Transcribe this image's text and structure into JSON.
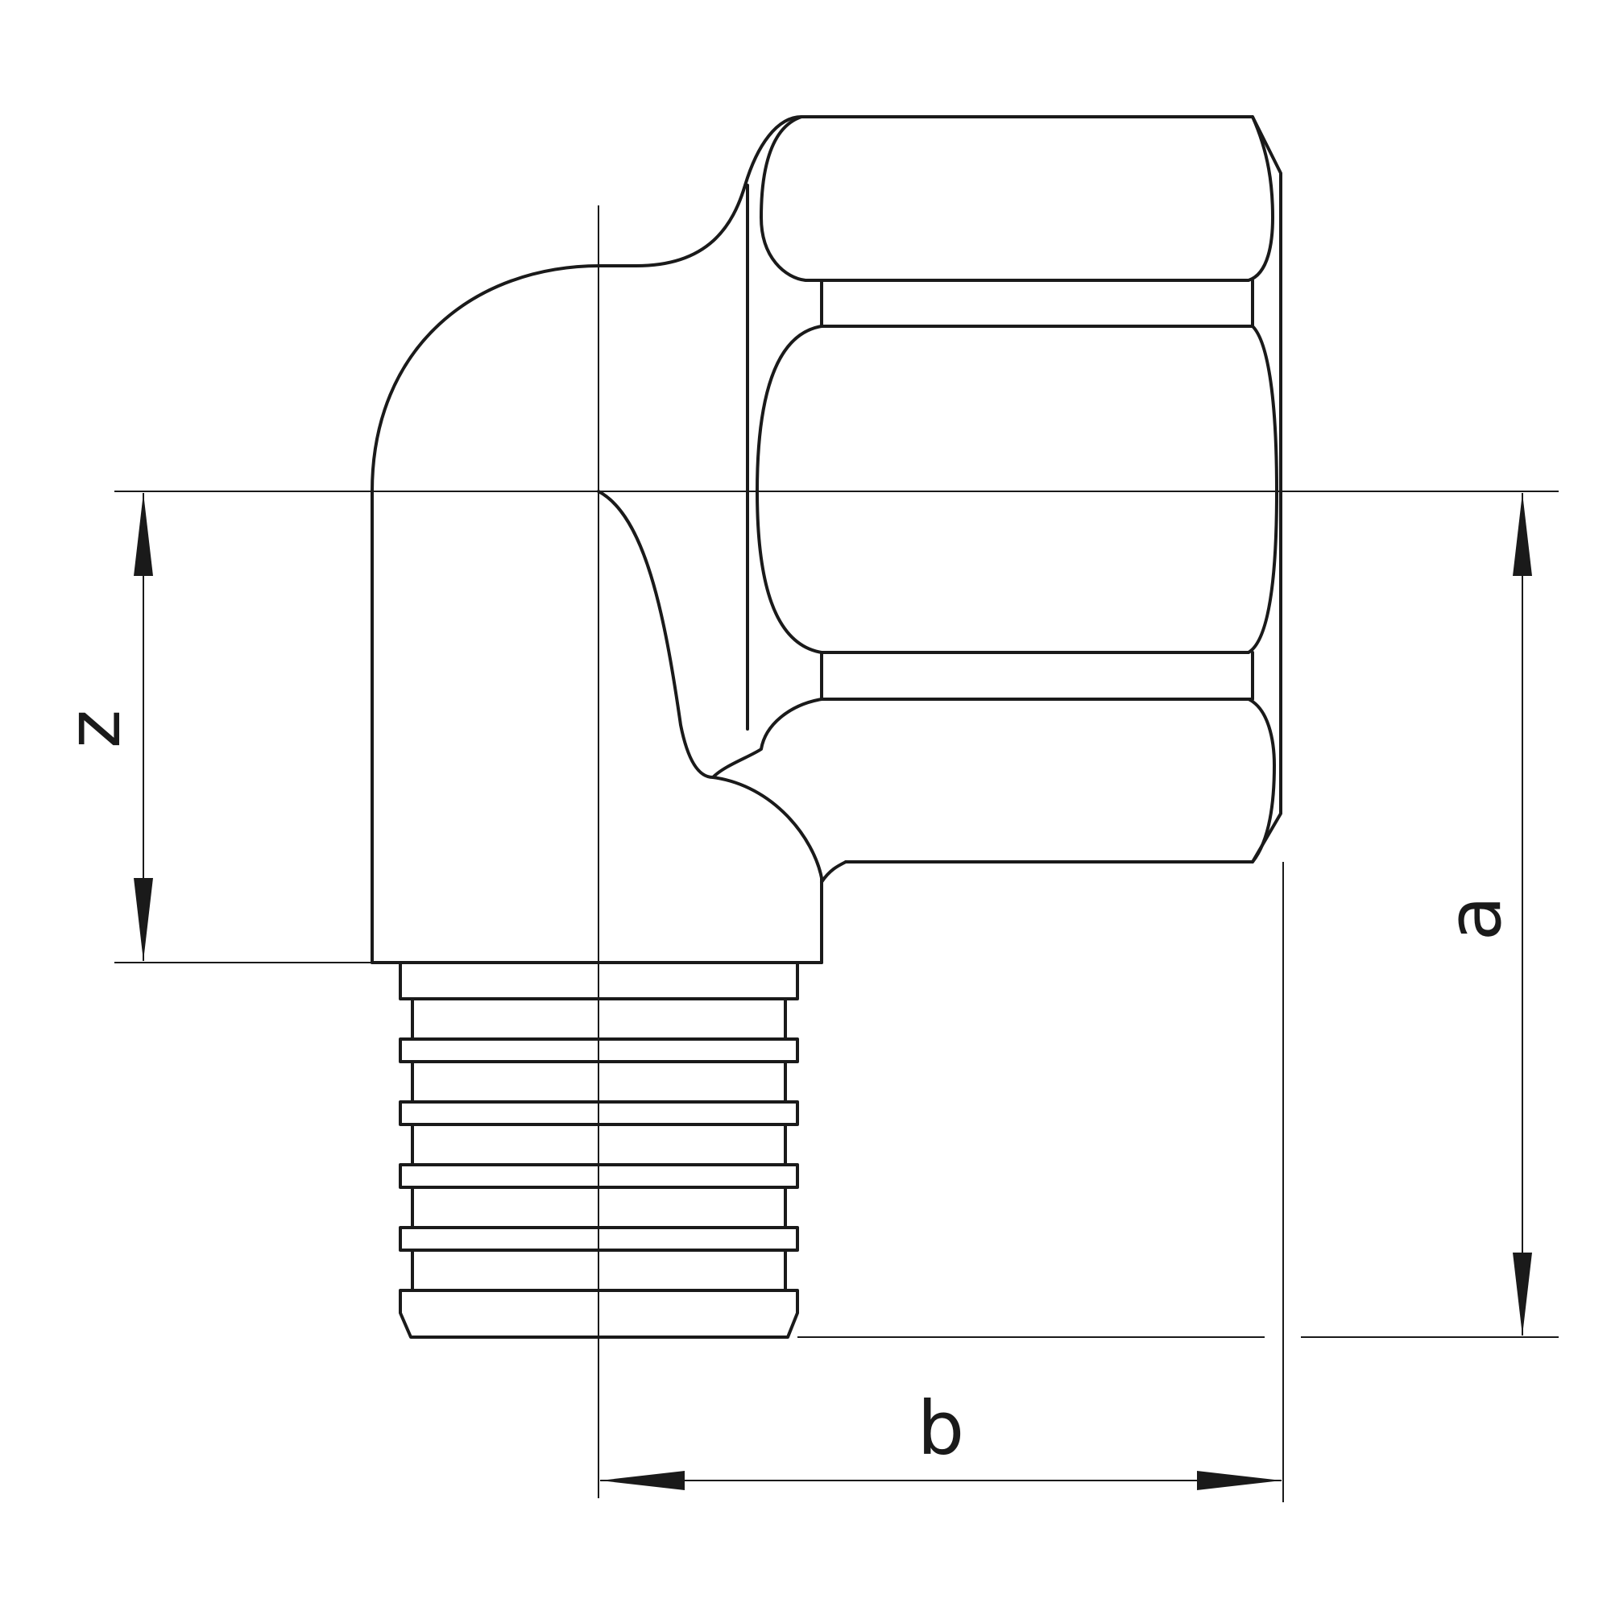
{
  "dimensions": {
    "z": "z",
    "a": "a",
    "b": "b"
  },
  "colors": {
    "line": "#1a1a1a",
    "background": "#ffffff"
  }
}
